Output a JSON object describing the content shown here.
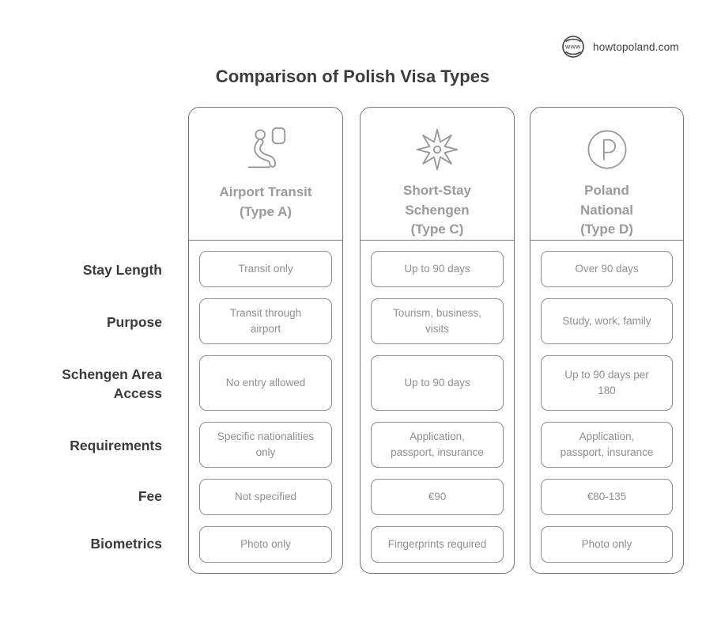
{
  "brand": {
    "name": "howtopoland.com",
    "icon": "globe-www-icon",
    "icon_text": "www"
  },
  "title": "Comparison of Polish Visa Types",
  "colors": {
    "outline": "#757575",
    "header_text": "#9a9a9a",
    "cell_text": "#8f8f8f",
    "label_text": "#3a3a3a"
  },
  "rows": [
    {
      "label": "Stay Length"
    },
    {
      "label": "Purpose"
    },
    {
      "label": "Schengen Area\nAccess"
    },
    {
      "label": "Requirements"
    },
    {
      "label": "Fee"
    },
    {
      "label": "Biometrics"
    }
  ],
  "columns": [
    {
      "name": "Airport Transit\n(Type A)",
      "icon": "airplane-seat-icon",
      "values": [
        "Transit only",
        "Transit through\nairport",
        "No entry allowed",
        "Specific nationalities\nonly",
        "Not specified",
        "Photo only"
      ]
    },
    {
      "name": "Short-Stay\nSchengen\n(Type C)",
      "icon": "schengen-star-icon",
      "values": [
        "Up to 90 days",
        "Tourism, business,\nvisits",
        "Up to 90 days",
        "Application,\npassport, insurance",
        "€90",
        "Fingerprints required"
      ]
    },
    {
      "name": "Poland\nNational\n(Type D)",
      "icon": "letter-p-circle-icon",
      "values": [
        "Over 90 days",
        "Study, work, family",
        "Up to 90 days per\n180",
        "Application,\npassport, insurance",
        "€80-135",
        "Photo only"
      ]
    }
  ]
}
